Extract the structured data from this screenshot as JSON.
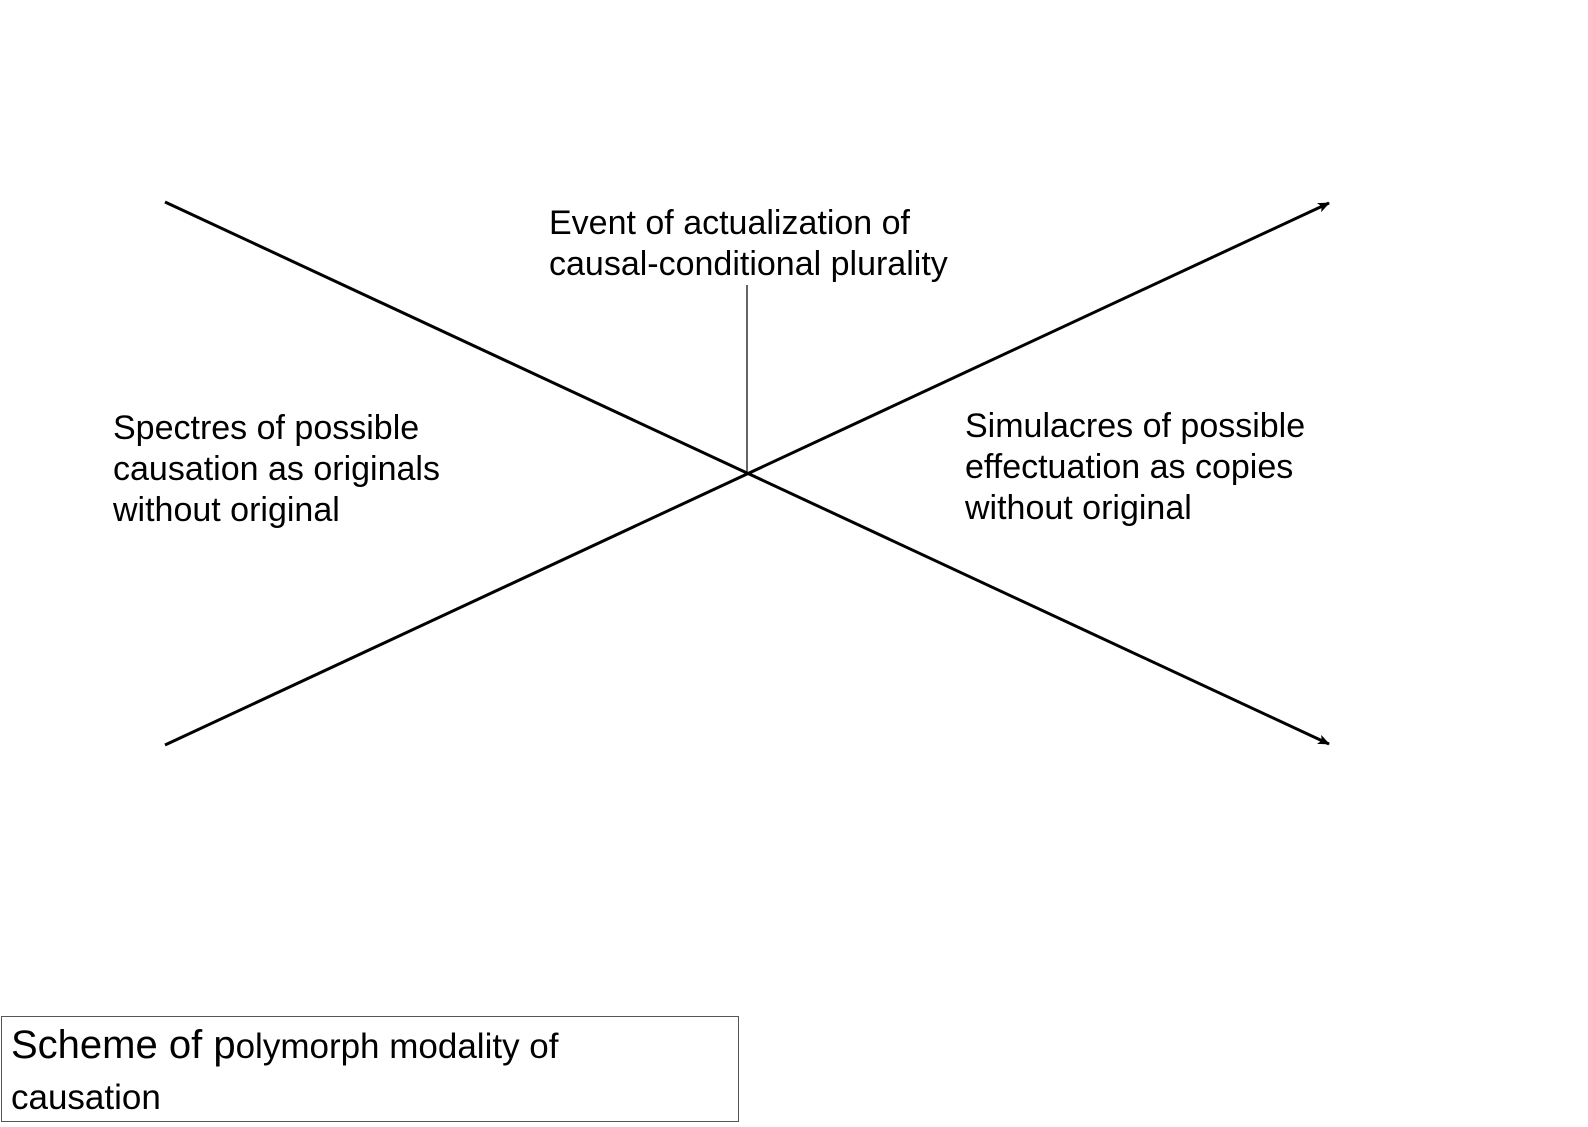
{
  "diagram": {
    "event_label": {
      "lines": [
        "Event of actualization of",
        "causal-conditional plurality"
      ]
    },
    "left_label": {
      "lines": [
        "Spectres of possible",
        "causation as originals",
        "without original"
      ]
    },
    "right_label": {
      "lines": [
        "Simulacres of possible",
        "effectuation as copies",
        "without original"
      ]
    },
    "caption": {
      "part1": "Scheme of p",
      "part2": "olymorph modality of",
      "part3": "causation"
    },
    "colors": {
      "stroke": "#000000",
      "box_border": "#555555"
    }
  }
}
